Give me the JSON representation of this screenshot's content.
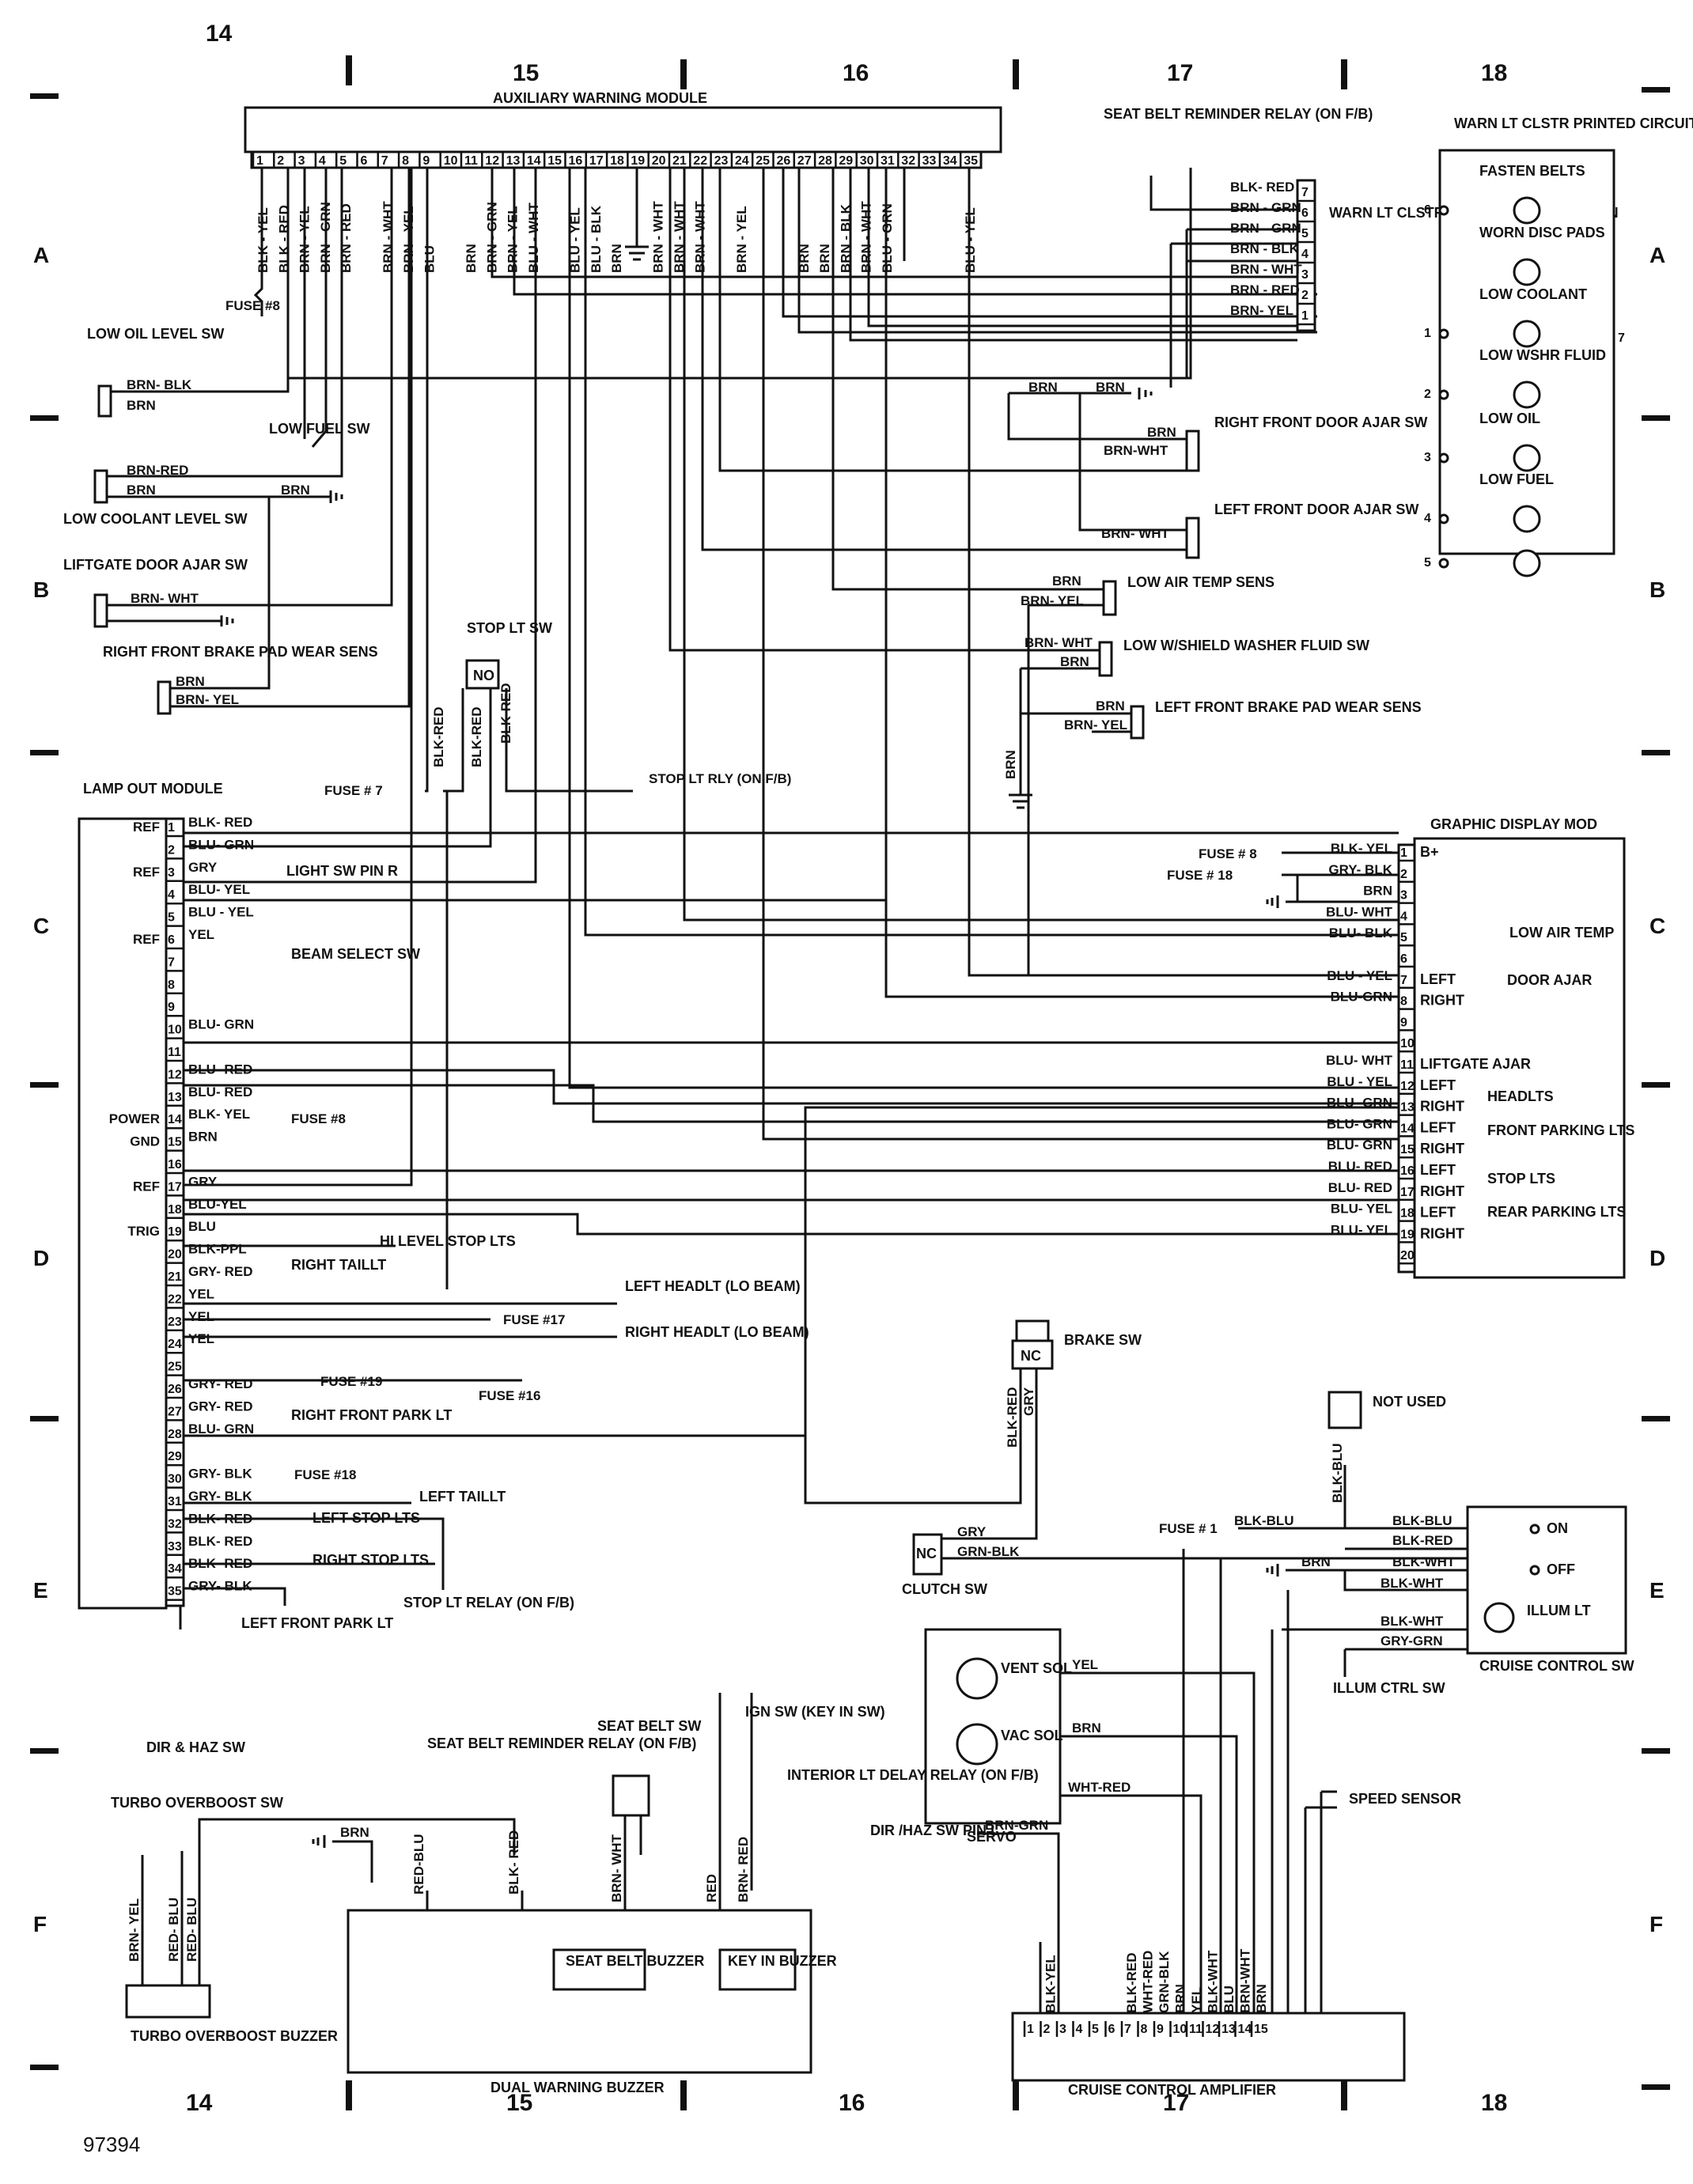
{
  "figure_number": "97394",
  "grid": {
    "columns": [
      "14",
      "15",
      "16",
      "17",
      "18"
    ],
    "rows": [
      "A",
      "B",
      "C",
      "D",
      "E",
      "F"
    ]
  },
  "aux_module": {
    "title": "AUXILIARY WARNING MODULE",
    "pins": [
      "1",
      "2",
      "3",
      "4",
      "5",
      "6",
      "7",
      "8",
      "9",
      "10",
      "11",
      "12",
      "13",
      "14",
      "15",
      "16",
      "17",
      "18",
      "19",
      "20",
      "21",
      "22",
      "23",
      "24",
      "25",
      "26",
      "27",
      "28",
      "29",
      "30",
      "31",
      "32",
      "33",
      "34",
      "35"
    ],
    "wires": [
      "BLK - YEL",
      "BLK - RED",
      "BRN - YEL",
      "BRN - GRN",
      "BRN - RED",
      "",
      "BRN - WHT",
      "BRN - YEL",
      "BLU",
      "",
      "BRN",
      "BRN - GRN",
      "BRN - YEL",
      "BLU - WHT",
      "",
      "BLU - YEL",
      "BLU - BLK",
      "BRN",
      "",
      "BRN - WHT",
      "BRN - WHT",
      "BRN - WHT",
      "",
      "BRN - YEL",
      "",
      "",
      "BRN",
      "BRN",
      "BRN - BLK",
      "BRN - WHT",
      "BLU - GRN",
      "",
      "",
      "",
      "BLU - YEL"
    ]
  },
  "fuses": {
    "f8_top": "FUSE #8",
    "f7": "FUSE # 7",
    "f8_gdm": "FUSE # 8",
    "f18_gdm": "FUSE # 18",
    "f8_lom": "FUSE #8",
    "f17": "FUSE #17",
    "f19": "FUSE #19",
    "f16": "FUSE #16",
    "f18_lom": "FUSE #18",
    "f1": "FUSE # 1"
  },
  "components": {
    "low_oil_sw": "LOW OIL LEVEL SW",
    "low_fuel_sw": "LOW FUEL SW",
    "low_coolant_sw": "LOW COOLANT LEVEL SW",
    "liftgate_sw": "LIFTGATE DOOR AJAR SW",
    "rf_brake_pad": "RIGHT FRONT BRAKE PAD WEAR SENS",
    "stop_lt_sw": "STOP LT SW",
    "stop_lt_rly": "STOP LT RLY (ON F/B)",
    "seat_belt_relay_top": "SEAT BELT REMINDER RELAY (ON F/B)",
    "warn_conn": "WARN LT CLSTR PRINTED CIRCUIT CONN",
    "rf_door_sw": "RIGHT FRONT DOOR AJAR SW",
    "lf_door_sw": "LEFT FRONT DOOR AJAR SW",
    "low_air_temp": "LOW AIR TEMP SENS",
    "low_washer": "LOW W/SHIELD WASHER FLUID SW",
    "lf_brake_pad": "LEFT FRONT BRAKE PAD WEAR SENS",
    "warn_cluster_title": "WARN LT CLSTR PRINTED CIRCUIT",
    "brake_sw": "BRAKE SW",
    "not_used": "NOT USED",
    "clutch_sw": "CLUTCH SW",
    "cruise_sw": "CRUISE CONTROL SW",
    "illum_ctrl": "ILLUM CTRL SW",
    "servo": "SERVO",
    "vent_sol": "VENT SOL",
    "vac_sol": "VAC SOL",
    "speed_sensor": "SPEED SENSOR",
    "dir_haz_pin": "DIR /HAZ SW PIN L",
    "cruise_amp": "CRUISE CONTROL AMPLIFIER",
    "dir_haz_sw": "DIR & HAZ SW",
    "turbo_sw": "TURBO OVERBOOST SW",
    "turbo_buzzer": "TURBO OVERBOOST BUZZER",
    "seat_belt_relay_bot": "SEAT BELT REMINDER RELAY (ON F/B)",
    "seat_belt_sw": "SEAT BELT SW",
    "ign_sw": "IGN SW (KEY IN SW)",
    "interior_relay": "INTERIOR LT DELAY RELAY (ON F/B)",
    "seat_belt_buzzer": "SEAT BELT BUZZER",
    "key_in_buzzer": "KEY IN BUZZER",
    "dual_buzzer": "DUAL WARNING BUZZER",
    "light_sw": "LIGHT SW PIN R",
    "beam_sw": "BEAM SELECT SW",
    "hi_level": "HI LEVEL STOP LTS",
    "right_taillt": "RIGHT TAILLT",
    "left_headlt": "LEFT HEADLT (LO BEAM)",
    "right_headlt": "RIGHT HEADLT (LO BEAM)",
    "rf_park": "RIGHT FRONT PARK LT",
    "left_taillt": "LEFT TAILLT",
    "left_stop": "LEFT STOP LTS",
    "right_stop": "RIGHT STOP LTS",
    "stop_lt_relay_bot": "STOP LT RELAY (ON F/B)",
    "lf_park": "LEFT FRONT PARK LT"
  },
  "warn_conn_pins": [
    {
      "pin": "7",
      "wire": "BLK- RED"
    },
    {
      "pin": "6",
      "wire": "BRN - GRN"
    },
    {
      "pin": "5",
      "wire": "BRN - GRN"
    },
    {
      "pin": "4",
      "wire": "BRN - BLK"
    },
    {
      "pin": "3",
      "wire": "BRN - WHT"
    },
    {
      "pin": "2",
      "wire": "BRN - RED"
    },
    {
      "pin": "1",
      "wire": "BRN- YEL"
    }
  ],
  "cluster_lamps": [
    {
      "pin": "6",
      "label": "FASTEN BELTS"
    },
    {
      "pin": "",
      "label": "WORN DISC PADS"
    },
    {
      "pin": "1",
      "label": "LOW COOLANT"
    },
    {
      "pin": "2",
      "label": "LOW WSHR FLUID"
    },
    {
      "pin": "3",
      "label": "LOW OIL"
    },
    {
      "pin": "4",
      "label": "LOW FUEL"
    },
    {
      "pin": "5",
      "label": ""
    }
  ],
  "cluster_common_pin": "7",
  "lamp_out_module": {
    "title": "LAMP OUT MODULE",
    "pins": [
      {
        "n": "1",
        "wire": "BLK- RED",
        "side": "REF"
      },
      {
        "n": "2",
        "wire": "BLU- GRN",
        "side": ""
      },
      {
        "n": "3",
        "wire": "GRY",
        "side": "REF"
      },
      {
        "n": "4",
        "wire": "BLU- YEL",
        "side": ""
      },
      {
        "n": "5",
        "wire": "BLU - YEL",
        "side": ""
      },
      {
        "n": "6",
        "wire": "YEL",
        "side": "REF"
      },
      {
        "n": "7",
        "wire": "",
        "side": ""
      },
      {
        "n": "8",
        "wire": "",
        "side": ""
      },
      {
        "n": "9",
        "wire": "",
        "side": ""
      },
      {
        "n": "10",
        "wire": "BLU- GRN",
        "side": ""
      },
      {
        "n": "11",
        "wire": "",
        "side": ""
      },
      {
        "n": "12",
        "wire": "BLU- RED",
        "side": ""
      },
      {
        "n": "13",
        "wire": "BLU- RED",
        "side": ""
      },
      {
        "n": "14",
        "wire": "BLK- YEL",
        "side": "POWER"
      },
      {
        "n": "15",
        "wire": "BRN",
        "side": "GND"
      },
      {
        "n": "16",
        "wire": "",
        "side": ""
      },
      {
        "n": "17",
        "wire": "GRY",
        "side": "REF"
      },
      {
        "n": "18",
        "wire": "BLU-YEL",
        "side": ""
      },
      {
        "n": "19",
        "wire": "BLU",
        "side": "TRIG"
      },
      {
        "n": "20",
        "wire": "BLK-PPL",
        "side": ""
      },
      {
        "n": "21",
        "wire": "GRY- RED",
        "side": ""
      },
      {
        "n": "22",
        "wire": "YEL",
        "side": ""
      },
      {
        "n": "23",
        "wire": "YEL",
        "side": ""
      },
      {
        "n": "24",
        "wire": "YEL",
        "side": ""
      },
      {
        "n": "25",
        "wire": "",
        "side": ""
      },
      {
        "n": "26",
        "wire": "GRY- RED",
        "side": ""
      },
      {
        "n": "27",
        "wire": "GRY- RED",
        "side": ""
      },
      {
        "n": "28",
        "wire": "BLU- GRN",
        "side": ""
      },
      {
        "n": "29",
        "wire": "",
        "side": ""
      },
      {
        "n": "30",
        "wire": "GRY- BLK",
        "side": ""
      },
      {
        "n": "31",
        "wire": "GRY- BLK",
        "side": ""
      },
      {
        "n": "32",
        "wire": "BLK- RED",
        "side": ""
      },
      {
        "n": "33",
        "wire": "BLK- RED",
        "side": ""
      },
      {
        "n": "34",
        "wire": "BLK- RED",
        "side": ""
      },
      {
        "n": "35",
        "wire": "GRY- BLK",
        "side": ""
      }
    ]
  },
  "graphic_display": {
    "title": "GRAPHIC DISPLAY MOD",
    "pins": [
      {
        "n": "1",
        "wire": "BLK- YEL",
        "label": "B+"
      },
      {
        "n": "2",
        "wire": "GRY- BLK",
        "label": ""
      },
      {
        "n": "3",
        "wire": "BRN",
        "label": ""
      },
      {
        "n": "4",
        "wire": "BLU- WHT",
        "label": ""
      },
      {
        "n": "5",
        "wire": "BLU- BLK",
        "label": ""
      },
      {
        "n": "6",
        "wire": "",
        "label": ""
      },
      {
        "n": "7",
        "wire": "BLU - YEL",
        "label": "LEFT"
      },
      {
        "n": "8",
        "wire": "BLU-GRN",
        "label": "RIGHT"
      },
      {
        "n": "9",
        "wire": "",
        "label": ""
      },
      {
        "n": "10",
        "wire": "",
        "label": ""
      },
      {
        "n": "11",
        "wire": "BLU- WHT",
        "label": "LIFTGATE AJAR"
      },
      {
        "n": "12",
        "wire": "BLU - YEL",
        "label": "LEFT"
      },
      {
        "n": "13",
        "wire": "BLU- GRN",
        "label": "RIGHT"
      },
      {
        "n": "14",
        "wire": "BLU- GRN",
        "label": "LEFT"
      },
      {
        "n": "15",
        "wire": "BLU- GRN",
        "label": "RIGHT"
      },
      {
        "n": "16",
        "wire": "BLU- RED",
        "label": "LEFT"
      },
      {
        "n": "17",
        "wire": "BLU- RED",
        "label": "RIGHT"
      },
      {
        "n": "18",
        "wire": "BLU- YEL",
        "label": "LEFT"
      },
      {
        "n": "19",
        "wire": "BLU- YEL",
        "label": "RIGHT"
      },
      {
        "n": "20",
        "wire": "",
        "label": ""
      }
    ],
    "groups": {
      "low_air": "LOW AIR TEMP",
      "door": "DOOR AJAR",
      "headlts": "HEADLTS",
      "front_park": "FRONT PARKING LTS",
      "stop_lts": "STOP LTS",
      "rear_park": "REAR PARKING LTS"
    }
  },
  "cruise_amp_pins": [
    "1",
    "2",
    "3",
    "4",
    "5",
    "6",
    "7",
    "8",
    "9",
    "10",
    "11",
    "12",
    "13",
    "14",
    "15"
  ],
  "cruise_amp_wires": [
    "",
    "BLK-YEL",
    "",
    "",
    "",
    "",
    "BLK-RED",
    "WHT-RED",
    "GRN-BLK",
    "BRN",
    "YEL",
    "BLK-WHT",
    "BLU",
    "BRN-WHT",
    "BRN"
  ],
  "cruise_sw_positions": {
    "on": "ON",
    "off": "OFF",
    "illum": "ILLUM LT"
  },
  "wire_labels": {
    "oil_brn_blk": "BRN- BLK",
    "oil_brn": "BRN",
    "cool_brn_red": "BRN-RED",
    "cool_brn": "BRN",
    "cool_gnd_brn": "BRN",
    "lift_brn_wht": "BRN- WHT",
    "pad_brn": "BRN",
    "pad_brn_yel": "BRN- YEL",
    "door_brn1": "BRN",
    "door_brn2": "BRN",
    "rf_brn": "BRN",
    "rf_brn_wht": "BRN-WHT",
    "lf_brn_wht": "BRN- WHT",
    "air_brn": "BRN",
    "air_brn_yel": "BRN- YEL",
    "wash_brn_wht": "BRN- WHT",
    "wash_brn": "BRN",
    "lfp_brn": "BRN",
    "lfp_brn_yel": "BRN- YEL",
    "gnd_brn": "BRN",
    "stop1": "BLK-RED",
    "stop2": "BLK-RED",
    "stop3": "BLK-RED",
    "lom_gry2": "GRY",
    "brake_blk_red": "BLK-RED",
    "brake_gry": "GRY",
    "clutch_gry": "GRY",
    "clutch_grn_blk": "GRN-BLK",
    "nu_blk_blu": "BLK-BLU",
    "f1_blk_blu": "BLK-BLU",
    "cs_blk_blu": "BLK-BLU",
    "cs_blk_red": "BLK-RED",
    "cs_brn": "BRN",
    "cs_blk_wht1": "BLK-WHT",
    "cs_blk_wht2": "BLK-WHT",
    "cs_blk_wht3": "BLK-WHT",
    "cs_gry_grn": "GRY-GRN",
    "servo_yel": "YEL",
    "servo_brn": "BRN",
    "servo_wht_red": "WHT-RED",
    "dirhaz_brn_grn": "BRN-GRN",
    "turbo_brn_yel": "BRN- YEL",
    "turbo_red_blu1": "RED- BLU",
    "turbo_red_blu2": "RED- BLU",
    "dwb_brn": "BRN",
    "dwb_red_blu": "RED-BLU",
    "dwb_blk_red": "BLK- RED",
    "dwb_brn_wht": "BRN- WHT",
    "dwb_red": "RED",
    "dwb_brn_red": "BRN- RED"
  }
}
